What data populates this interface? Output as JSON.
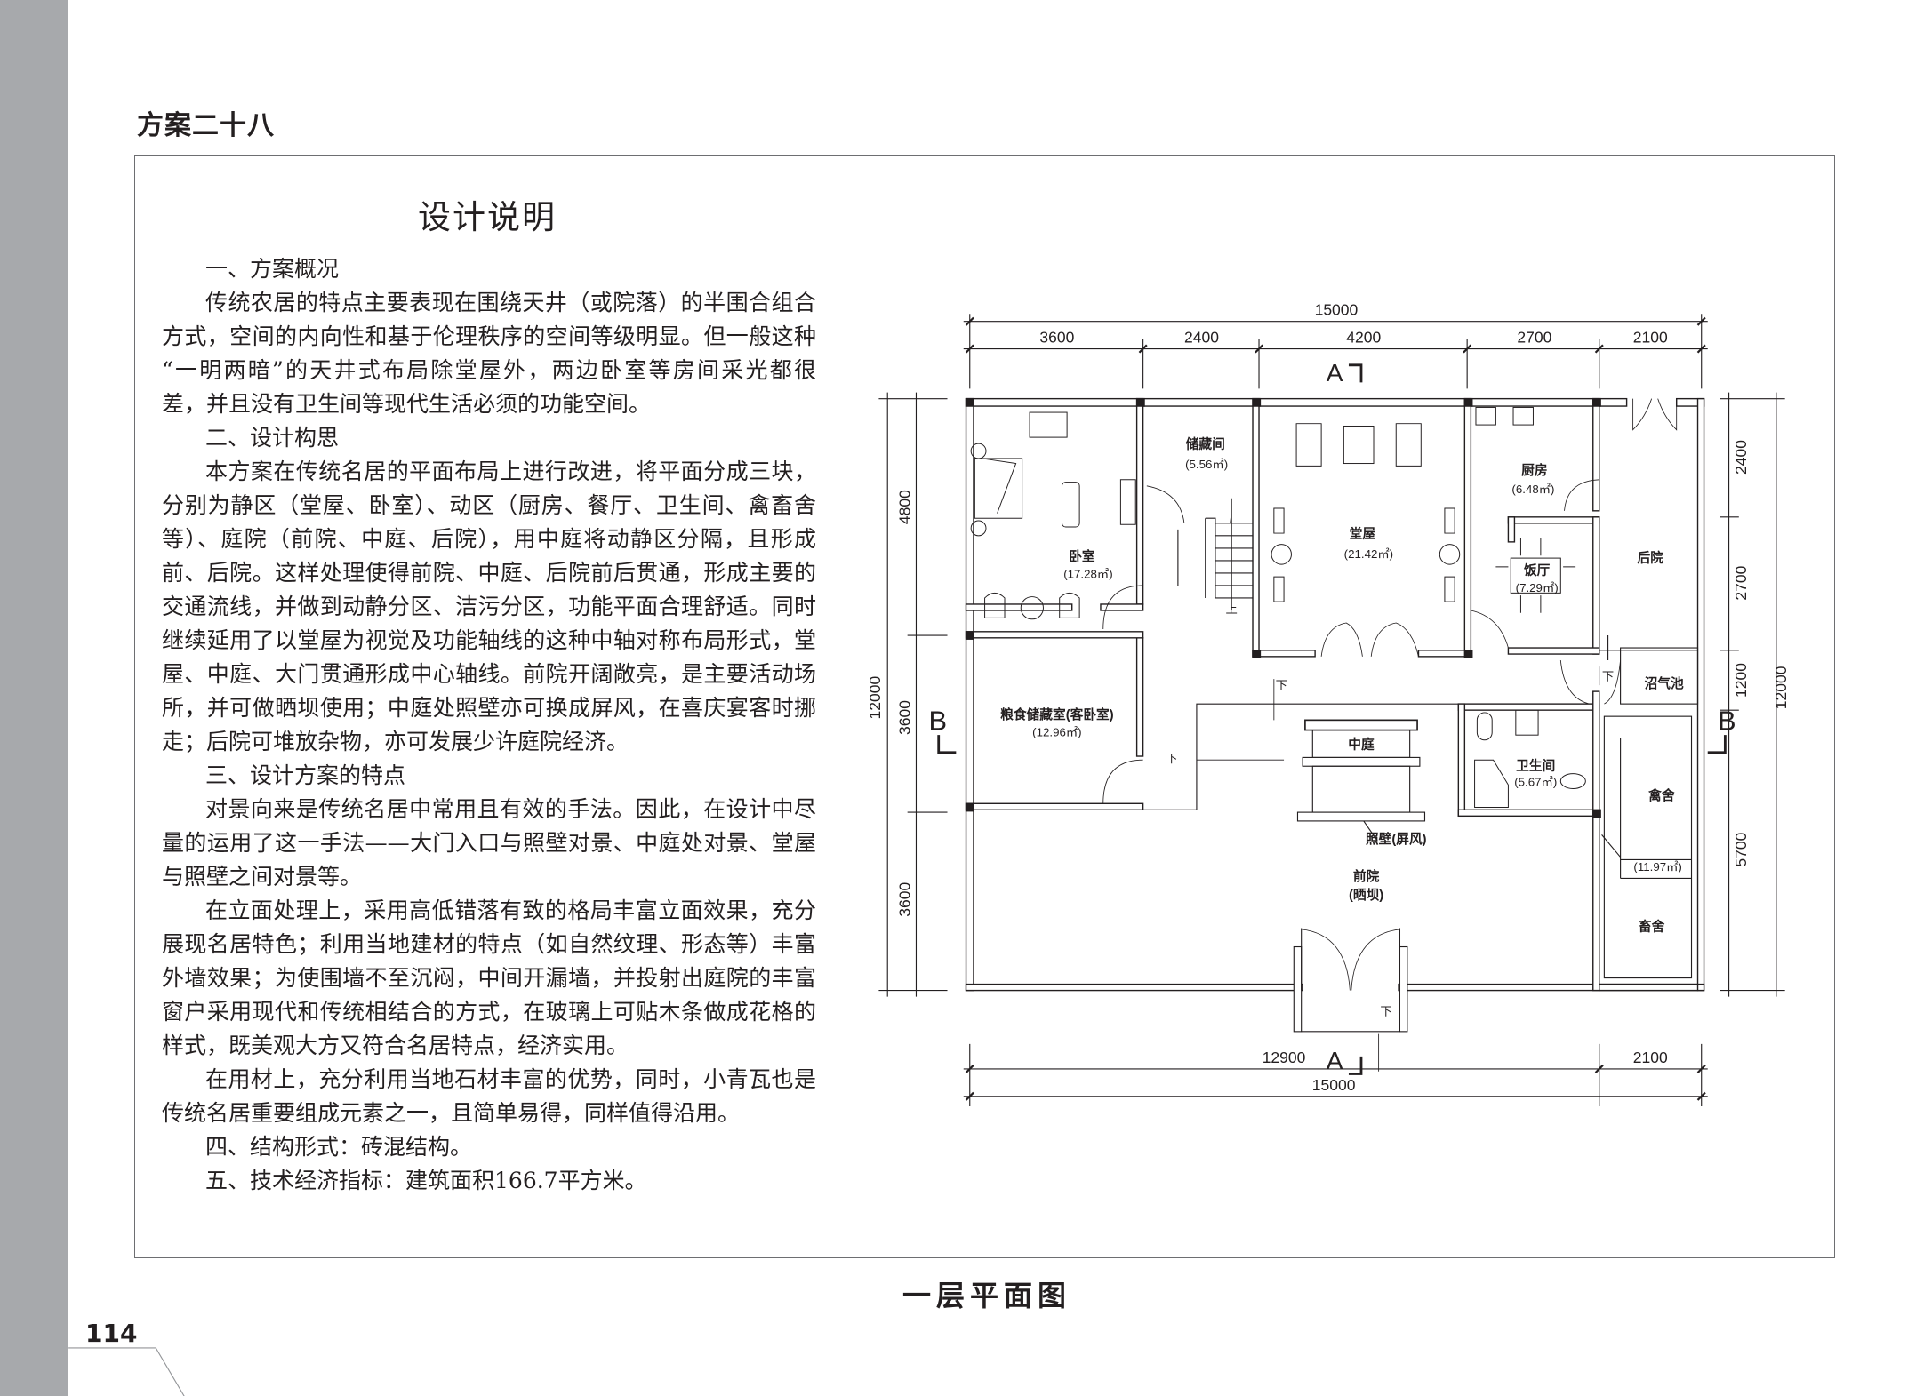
{
  "page": {
    "scheme_title": "方案二十八",
    "page_number": "114",
    "caption": "一层平面图"
  },
  "description": {
    "title": "设计说明",
    "lines": [
      "一、方案概况",
      "传统农居的特点主要表现在围绕天井（或院落）的半围合组合",
      "方式，空间的内向性和基于伦理秩序的空间等级明显。但一般这种",
      "“一明两暗”的天井式布局除堂屋外，两边卧室等房间采光都很",
      "差，并且没有卫生间等现代生活必须的功能空间。",
      "二、设计构思",
      "本方案在传统名居的平面布局上进行改进，将平面分成三块，",
      "分别为静区（堂屋、卧室）、动区（厨房、餐厅、卫生间、禽畜舍",
      "等）、庭院（前院、中庭、后院），用中庭将动静区分隔，且形成",
      "前、后院。这样处理使得前院、中庭、后院前后贯通，形成主要的",
      "交通流线，并做到动静分区、洁污分区，功能平面合理舒适。同时",
      "继续延用了以堂屋为视觉及功能轴线的这种中轴对称布局形式，堂",
      "屋、中庭、大门贯通形成中心轴线。前院开阔敞亮，是主要活动场",
      "所，并可做晒坝使用；中庭处照壁亦可换成屏风，在喜庆宴客时挪",
      "走；后院可堆放杂物，亦可发展少许庭院经济。",
      "三、设计方案的特点",
      "对景向来是传统名居中常用且有效的手法。因此，在设计中尽",
      "量的运用了这一手法——大门入口与照壁对景、中庭处对景、堂屋",
      "与照壁之间对景等。",
      "在立面处理上，采用高低错落有致的格局丰富立面效果，充分",
      "展现名居特色；利用当地建材的特点（如自然纹理、形态等）丰富",
      "外墙效果；为使围墙不至沉闷，中间开漏墙，并投射出庭院的丰富",
      "窗户采用现代和传统相结合的方式，在玻璃上可贴木条做成花格的",
      "样式，既美观大方又符合名居特点，经济实用。",
      "在用材上，充分利用当地石材丰富的优势，同时，小青瓦也是",
      "传统名居重要组成元素之一，且简单易得，同样值得沿用。",
      "四、结构形式：砖混结构。",
      "五、技术经济指标：建筑面积166.7平方米。"
    ]
  },
  "plan": {
    "dims": {
      "top_total": "15000",
      "top": [
        "3600",
        "2400",
        "4200",
        "2700",
        "2100"
      ],
      "bottom_total": "15000",
      "bottom": [
        "12900",
        "2100"
      ],
      "left_total": "12000",
      "left": [
        "4800",
        "3600",
        "3600"
      ],
      "right_total": "12000",
      "right": [
        "2400",
        "2700",
        "1200",
        "5700"
      ]
    },
    "section_marks": {
      "a": "A",
      "b": "B"
    },
    "rooms": {
      "bedroom": {
        "name": "卧室",
        "area": "(17.28㎡)"
      },
      "storage": {
        "name": "储藏间",
        "area": "(5.56㎡)"
      },
      "hall": {
        "name": "堂屋",
        "area": "(21.42㎡)"
      },
      "kitchen": {
        "name": "厨房",
        "area": "(6.48㎡)"
      },
      "dining": {
        "name": "饭厅",
        "area": "(7.29㎡)"
      },
      "backyard": {
        "name": "后院"
      },
      "biogas": {
        "name": "沼气池"
      },
      "grain": {
        "name": "粮食储藏室(客卧室)",
        "area": "(12.96㎡)"
      },
      "courtyard": {
        "name": "中庭"
      },
      "bathroom": {
        "name": "卫生间",
        "area": "(5.67㎡)"
      },
      "poultry": {
        "name": "禽舍",
        "area": "(11.97㎡)"
      },
      "livestock": {
        "name": "畜舍"
      },
      "screen": {
        "name": "照壁(屏风)"
      },
      "frontyard": {
        "name": "前院",
        "sub": "(晒坝)"
      }
    },
    "stair": {
      "up": "上",
      "down": "下"
    }
  }
}
